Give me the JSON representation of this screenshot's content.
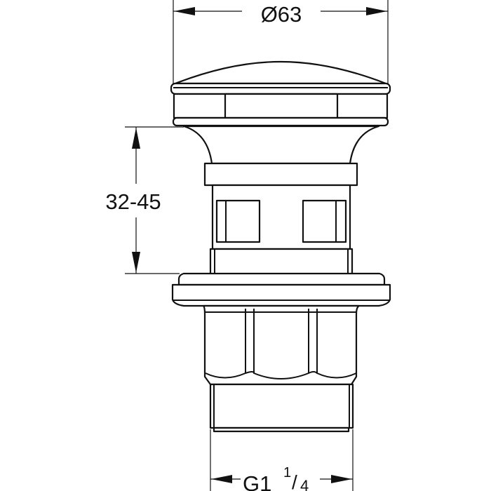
{
  "drawing": {
    "dimensions": {
      "top_diameter": "Ø63",
      "height_range": "32-45",
      "thread_main": "G1",
      "thread_fraction_numerator": "1",
      "thread_fraction_separator": "/",
      "thread_fraction_denominator": "4"
    },
    "colors": {
      "line": "#111111",
      "background": "#ffffff"
    }
  }
}
